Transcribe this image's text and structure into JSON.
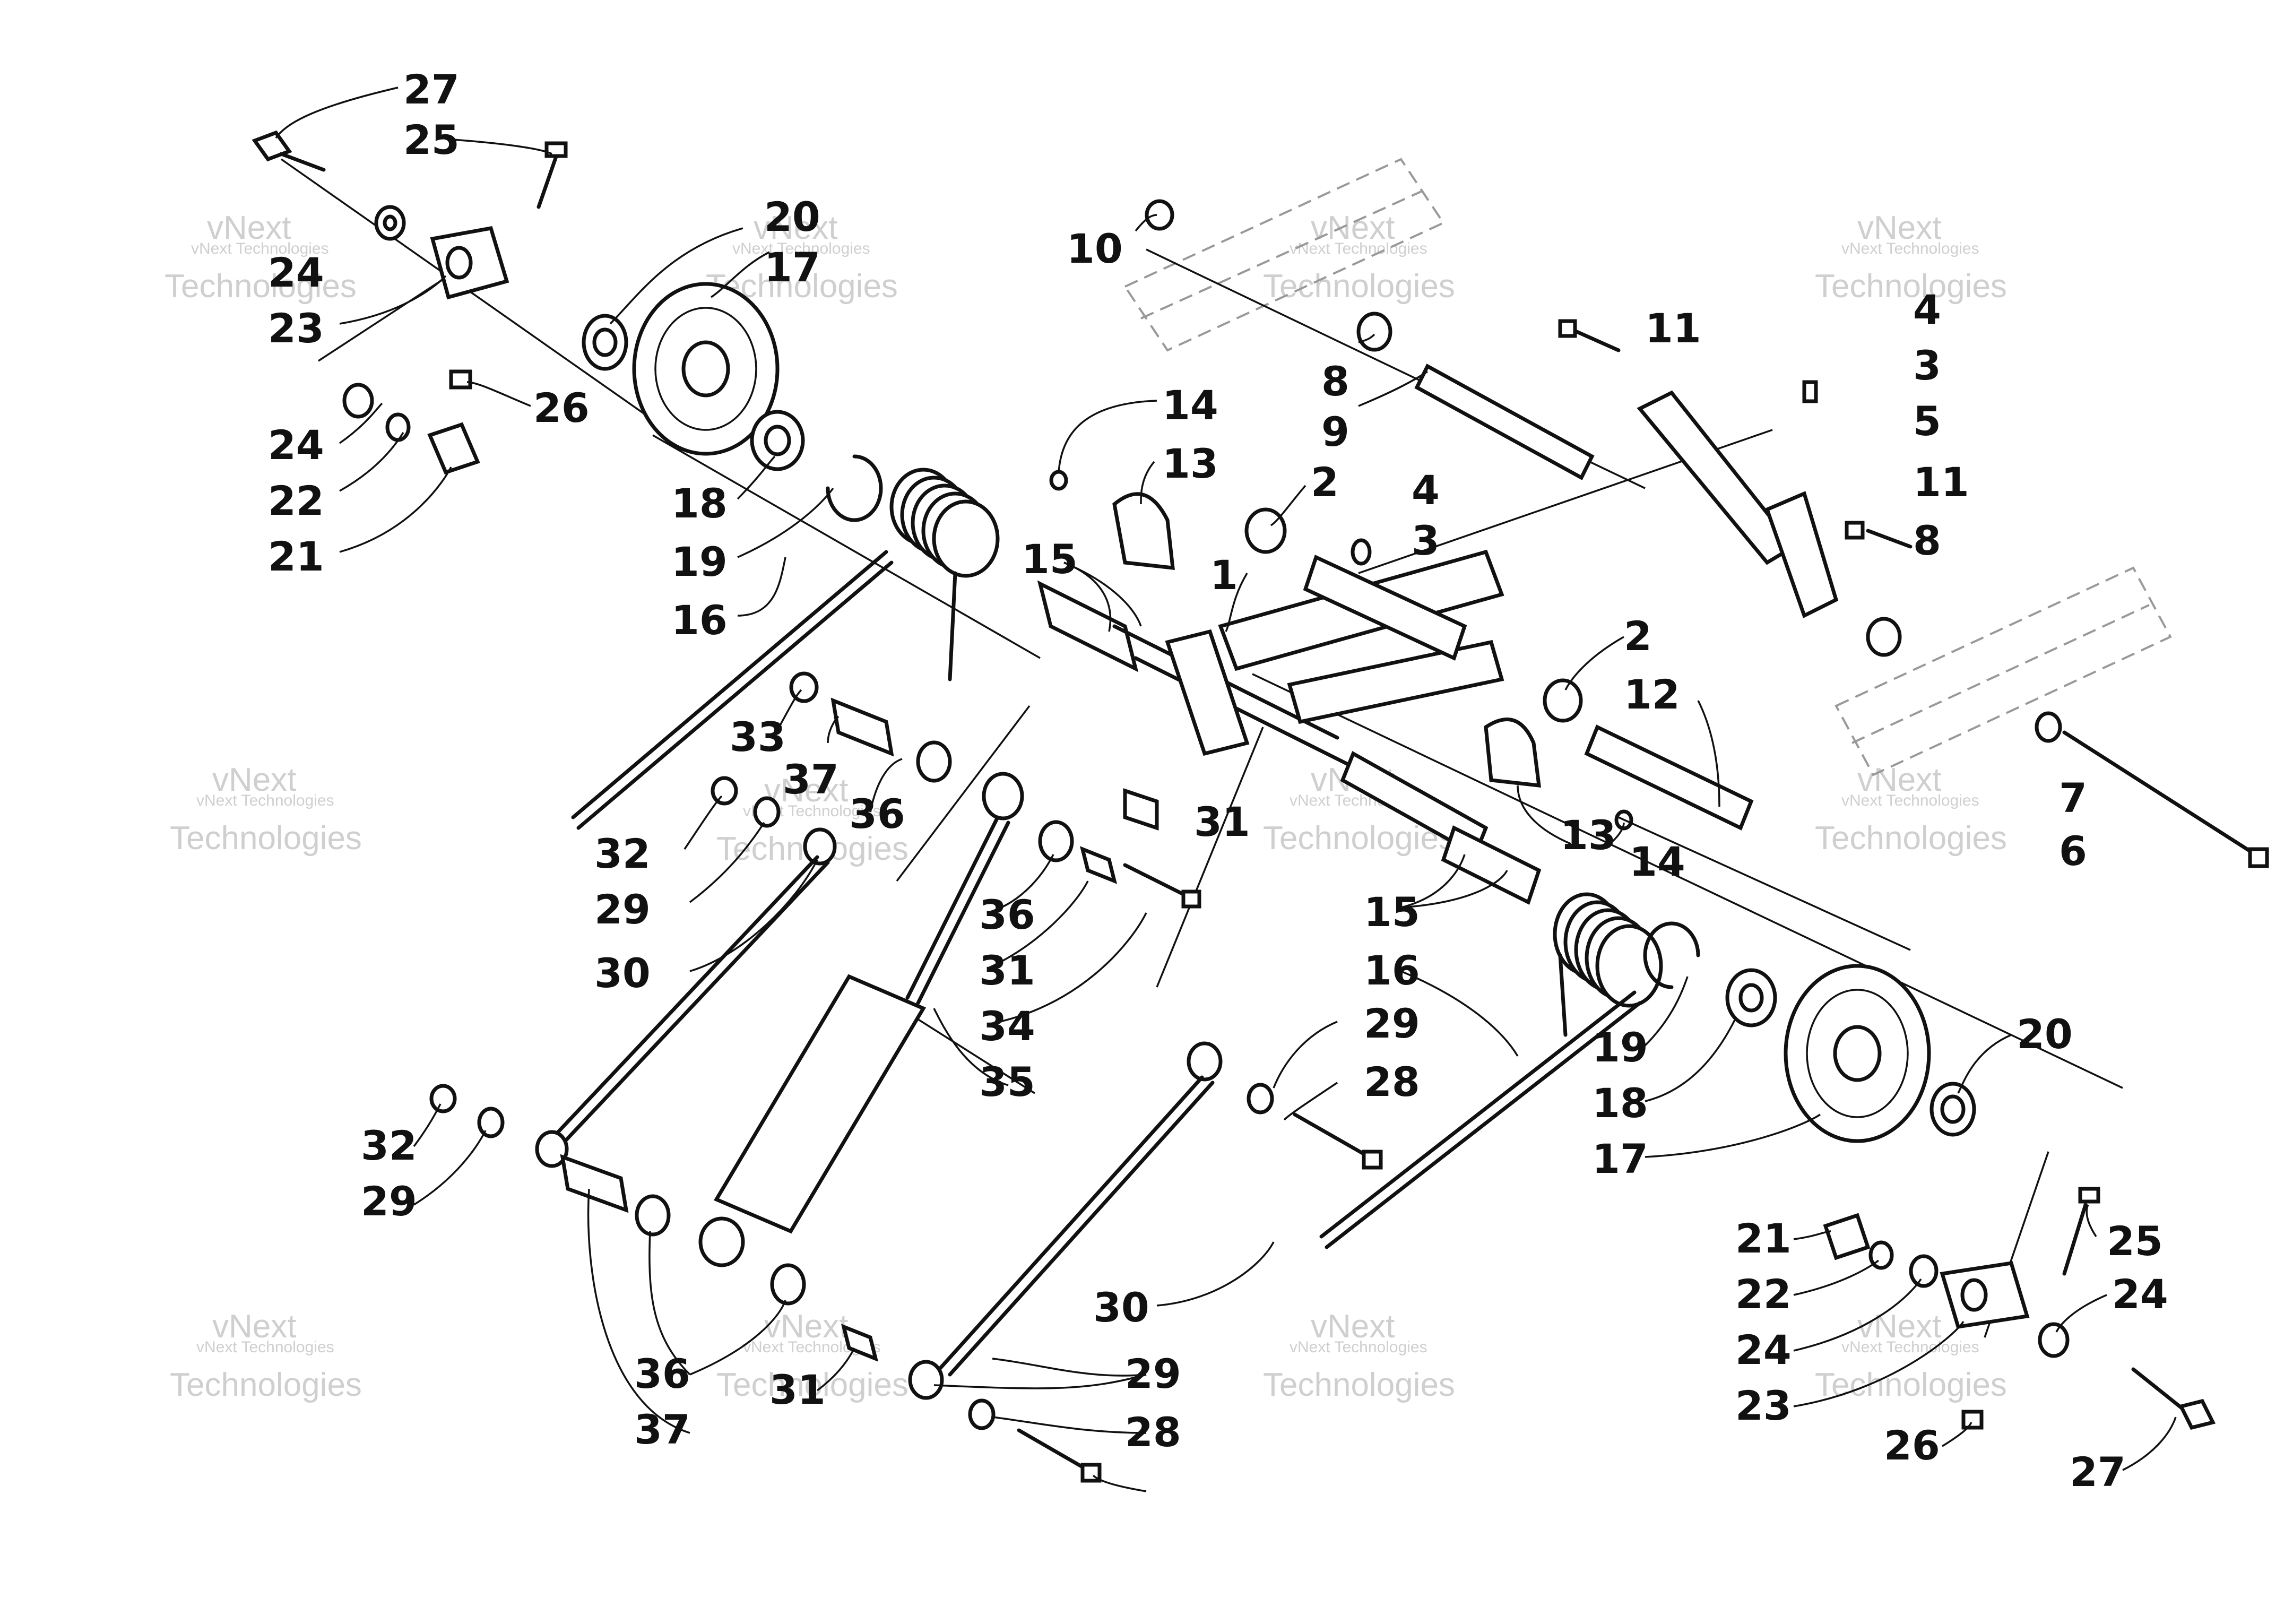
{
  "watermark": {
    "company": "vNext Technologies",
    "big_line1": "vNext",
    "big_line2": "Technologies"
  },
  "callouts": {
    "c1": "1",
    "c2a": "2",
    "c2b": "2",
    "c3a": "3",
    "c3b": "3",
    "c4a": "4",
    "c4b": "4",
    "c5": "5",
    "c6": "6",
    "c7": "7",
    "c8a": "8",
    "c8b": "8",
    "c9": "9",
    "c10": "10",
    "c11a": "11",
    "c11b": "11",
    "c12": "12",
    "c13a": "13",
    "c13b": "13",
    "c14a": "14",
    "c14b": "14",
    "c15a": "15",
    "c15b": "15",
    "c16a": "16",
    "c16b": "16",
    "c17a": "17",
    "c17b": "17",
    "c18a": "18",
    "c18b": "18",
    "c19a": "19",
    "c19b": "19",
    "c20a": "20",
    "c20b": "20",
    "c21a": "21",
    "c21b": "21",
    "c22a": "22",
    "c22b": "22",
    "c23a": "23",
    "c23b": "23",
    "c24a": "24",
    "c24b": "24",
    "c24c": "24",
    "c24d": "24",
    "c25a": "25",
    "c25b": "25",
    "c26a": "26",
    "c26b": "26",
    "c27a": "27",
    "c27b": "27",
    "c28a": "28",
    "c28b": "28",
    "c29a": "29",
    "c29b": "29",
    "c29c": "29",
    "c29d": "29",
    "c30a": "30",
    "c30b": "30",
    "c31a": "31",
    "c31b": "31",
    "c31c": "31",
    "c32a": "32",
    "c32b": "32",
    "c33": "33",
    "c34": "34",
    "c35": "35",
    "c36a": "36",
    "c36b": "36",
    "c36c": "36",
    "c37a": "37",
    "c37b": "37"
  }
}
